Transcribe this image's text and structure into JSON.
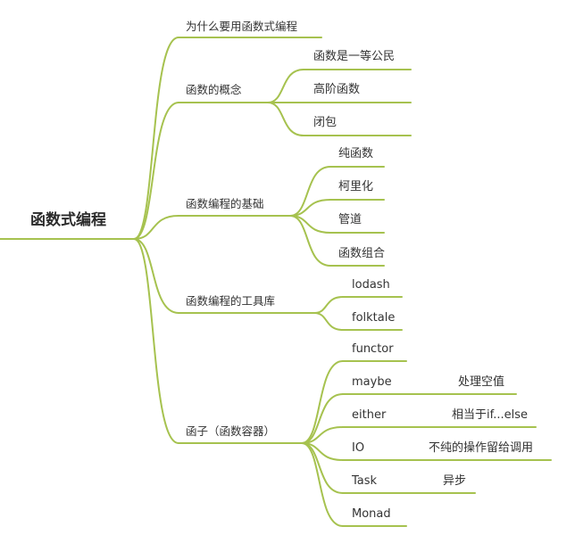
{
  "mindmap": {
    "line_color": "#a6c24f",
    "root": "函数式编程",
    "why": "为什么要用函数式编程",
    "concept": {
      "label": "函数的概念",
      "children": [
        "函数是一等公民",
        "高阶函数",
        "闭包"
      ]
    },
    "basics": {
      "label": "函数编程的基础",
      "children": [
        "纯函数",
        "柯里化",
        "管道",
        "函数组合"
      ]
    },
    "libs": {
      "label": "函数编程的工具库",
      "children": [
        "lodash",
        "folktale"
      ]
    },
    "functor": {
      "label": "函子（函数容器）",
      "children": [
        "functor",
        "maybe",
        "either",
        "IO",
        "Task",
        "Monad"
      ],
      "notes": {
        "maybe": "处理空值",
        "either": "相当于if...else",
        "io": "不纯的操作留给调用",
        "task": "异步"
      }
    }
  }
}
